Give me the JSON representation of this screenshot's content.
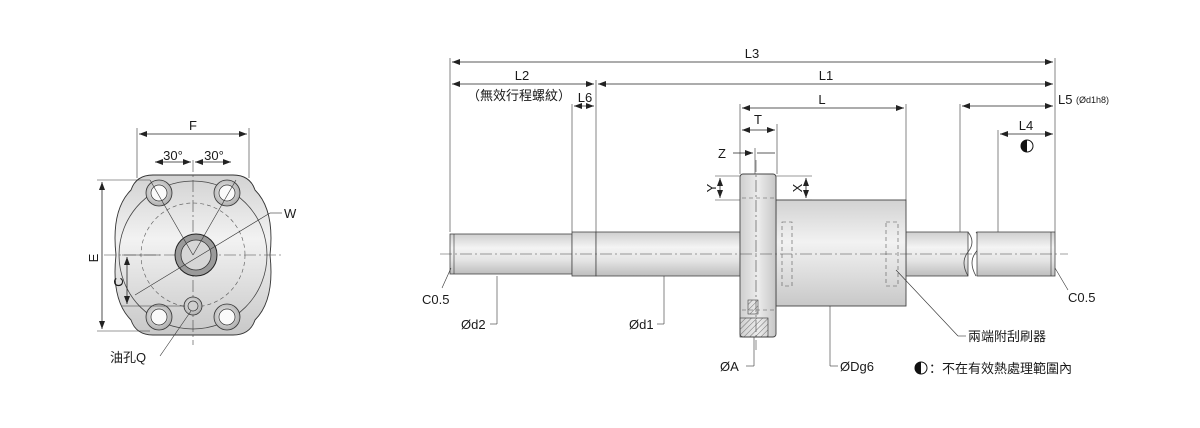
{
  "left_view": {
    "dims": {
      "F": "F",
      "E": "E",
      "C": "C",
      "W": "W",
      "angle_left": "30°",
      "angle_right": "30°"
    },
    "oil_hole_label": "油孔Q"
  },
  "side_view": {
    "dims": {
      "L3": "L3",
      "L2": "L2",
      "L2_note": "（無效行程螺紋）",
      "L1": "L1",
      "L6": "L6",
      "L": "L",
      "T": "T",
      "Z": "Z",
      "Y": "Y",
      "X": "X",
      "L5": "L5",
      "L5_note": "(Ød1h8)",
      "L4": "L4",
      "chamfer_left": "C0.5",
      "chamfer_right": "C0.5",
      "d2": "Ød2",
      "d1": "Ød1",
      "A": "ØA",
      "Dg6": "ØDg6"
    },
    "wiper_label": "兩端附刮刷器",
    "legend_text": "：不在有效熱處理範圍內"
  },
  "colors": {
    "line": "#222222",
    "body_fill": "#d9d9d9",
    "nut_fill": "#e6e6e6",
    "shaft_fill": "#dcdcdc"
  }
}
